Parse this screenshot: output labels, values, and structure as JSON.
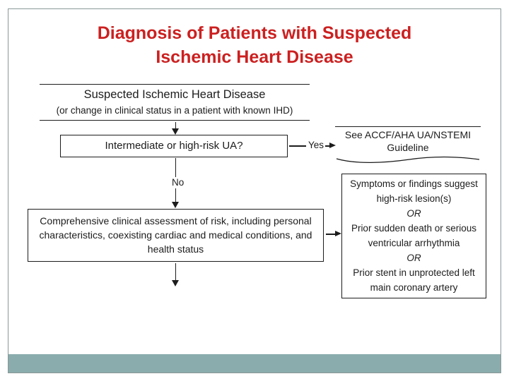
{
  "slide": {
    "title": {
      "line1": "Diagnosis of Patients with Suspected",
      "line2": "Ischemic Heart Disease"
    },
    "colors": {
      "title_red": "#cc2020",
      "accent_bar": "#8aacac",
      "frame_border": "#8b9797",
      "diagram_ink": "#1c1c1c"
    }
  },
  "flowchart": {
    "start_box": {
      "heading": "Suspected Ischemic Heart Disease",
      "subheading": "(or change in clinical status in a patient with known IHD)"
    },
    "decision_box": {
      "label": "Intermediate or high-risk UA?"
    },
    "yes_label": "Yes",
    "no_label": "No",
    "guideline_note": {
      "line1": "See ACCF/AHA UA/NSTEMI",
      "line2": "Guideline"
    },
    "assessment_box": {
      "lines": [
        "Comprehensive clinical assessment of risk, including personal",
        "characteristics, coexisting cardiac and medical conditions, and",
        "health status"
      ]
    },
    "high_risk_box": {
      "lines": [
        "Symptoms or findings suggest",
        "high-risk lesion(s)",
        "OR",
        "Prior sudden death or serious",
        "ventricular arrhythmia",
        "OR",
        "Prior stent in unprotected left",
        "main coronary artery"
      ]
    }
  }
}
